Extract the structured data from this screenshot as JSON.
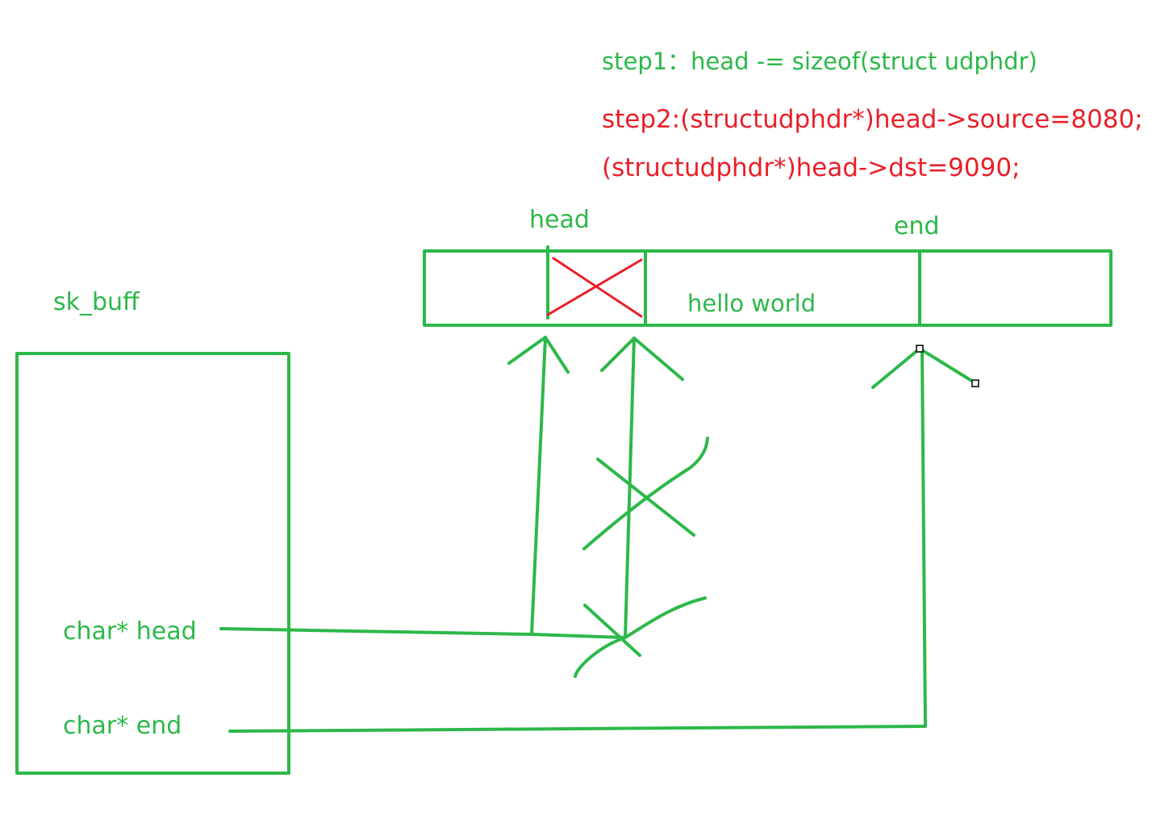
{
  "step1": "step1：head -= sizeof(struct udphdr)",
  "step2_line1": "step2:(structudphdr*)head->source=8080;",
  "step2_line2": "(structudphdr*)head->dst=9090;",
  "buffer": {
    "head_label": "head",
    "end_label": "end",
    "payload": "hello world"
  },
  "struct": {
    "title": "sk_buff",
    "field_head": "char* head",
    "field_end": "char* end"
  },
  "colors": {
    "green": "#2db84a",
    "red": "#e8202a"
  }
}
